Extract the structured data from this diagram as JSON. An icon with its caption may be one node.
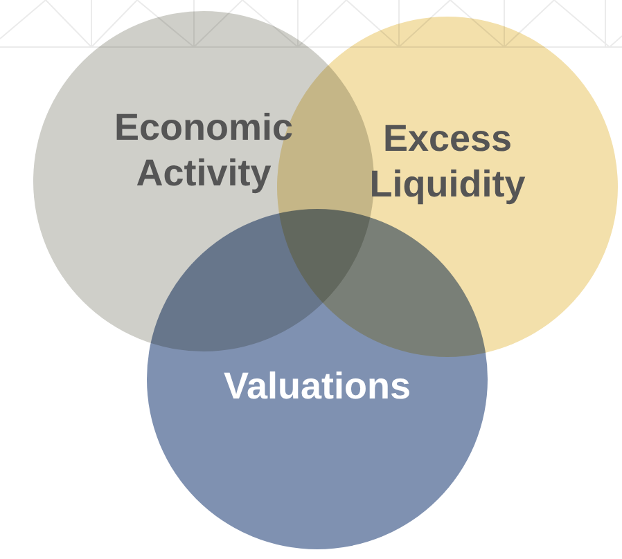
{
  "diagram": {
    "nodes": [
      {
        "text": [
          "Economic Activity"
        ]
      },
      {
        "text": [
          "Excess Liquidity"
        ]
      },
      {
        "text": [
          "Valuations"
        ]
      }
    ]
  }
}
